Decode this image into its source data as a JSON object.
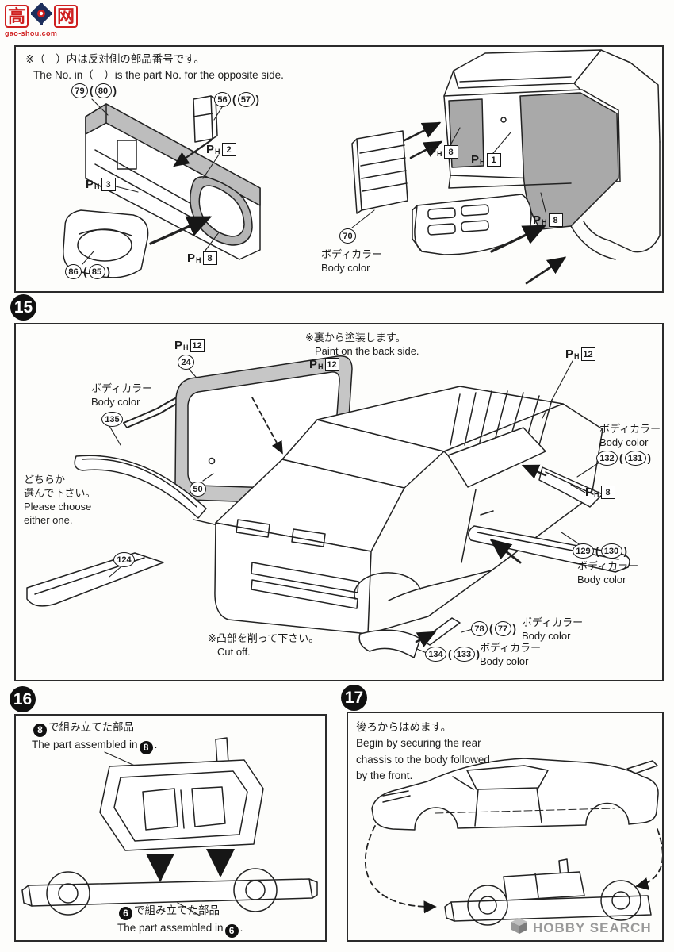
{
  "logo": {
    "char_left": "高",
    "char_right": "网",
    "domain": "gao-shou.com"
  },
  "watermark": {
    "hobby": "HOBBY SEARCH"
  },
  "shared": {
    "p": "P",
    "h": "H",
    "bodycolor_jp": "ボディカラー",
    "bodycolor_en": "Body color",
    "paren_open": "(",
    "paren_close": ")",
    "period": "."
  },
  "panel14": {
    "note_jp": "※（　）内は反対側の部品番号です。",
    "note_en": "The No. in（　）is the part No. for the opposite side.",
    "part79": "79",
    "part80": "80",
    "part56": "56",
    "part57": "57",
    "part86": "86",
    "part85": "85",
    "part70": "70",
    "ph2": "2",
    "ph3": "3",
    "ph8_frame": "8",
    "ph8_panel": "8",
    "ph1": "1",
    "ph8_body": "8"
  },
  "step15": {
    "num": "15",
    "ph12_wiper": "12",
    "ph12_glass": "12",
    "ph12_body": "12",
    "part24": "24",
    "paint_jp": "※裏から塗装します。",
    "paint_en": "Paint on the back side.",
    "part135": "135",
    "choose_jp1": "どちらか",
    "choose_jp2": "選んで下さい。",
    "choose_en1": "Please choose",
    "choose_en2": "either one.",
    "part50": "50",
    "part124": "124",
    "part132": "132",
    "part131": "131",
    "ph8": "8",
    "part129": "129",
    "part130": "130",
    "cut_jp": "※凸部を削って下さい。",
    "cut_en": "Cut off.",
    "part78": "78",
    "part77": "77",
    "part134": "134",
    "part133": "133"
  },
  "step16": {
    "num": "16",
    "ref_top": "8",
    "ref_bottom": "6",
    "assembled_jp": "で組み立てた部品",
    "assembled_en": "The part assembled in"
  },
  "step17": {
    "num": "17",
    "note_jp": "後ろからはめます。",
    "note_en1": "Begin by securing the rear",
    "note_en2": "chassis to the body followed",
    "note_en3": "by the front."
  }
}
